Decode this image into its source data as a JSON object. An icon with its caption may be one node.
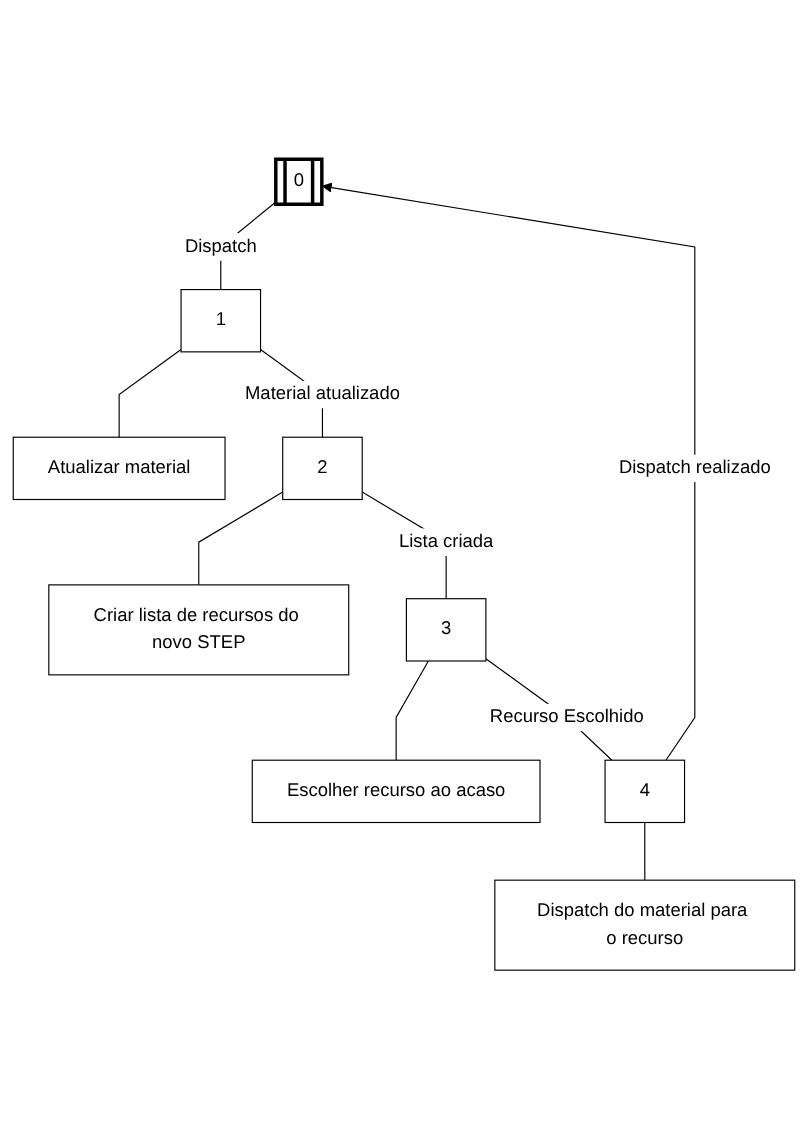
{
  "diagram": {
    "nodes": [
      {
        "text": [
          "0"
        ]
      },
      {
        "text": [
          "1"
        ]
      },
      {
        "text": [
          "Atualizar material"
        ]
      },
      {
        "text": [
          "2"
        ]
      },
      {
        "text": [
          "Criar lista de recursos do novo STEP"
        ]
      },
      {
        "text": [
          "3"
        ]
      },
      {
        "text": [
          "Escolher recurso ao acaso"
        ]
      },
      {
        "text": [
          "4"
        ]
      },
      {
        "text": [
          "Dispatch do material para o recurso"
        ]
      }
    ],
    "edges": [
      {
        "from": 0,
        "to": 1,
        "arrow": "none",
        "label": "Dispatch"
      },
      {
        "from": 1,
        "to": 2,
        "arrow": "none"
      },
      {
        "from": 1,
        "to": 3,
        "arrow": "none",
        "label": "Material atualizado"
      },
      {
        "from": 3,
        "to": 4,
        "arrow": "none"
      },
      {
        "from": 3,
        "to": 5,
        "arrow": "none",
        "label": "Lista criada"
      },
      {
        "from": 5,
        "to": 6,
        "arrow": "none"
      },
      {
        "from": 5,
        "to": 7,
        "arrow": "none",
        "label": "Recurso Escolhido"
      },
      {
        "from": 7,
        "to": 8,
        "arrow": "none"
      },
      {
        "from": 7,
        "to": 0,
        "arrow": "to",
        "label": "Dispatch realizado"
      }
    ]
  }
}
